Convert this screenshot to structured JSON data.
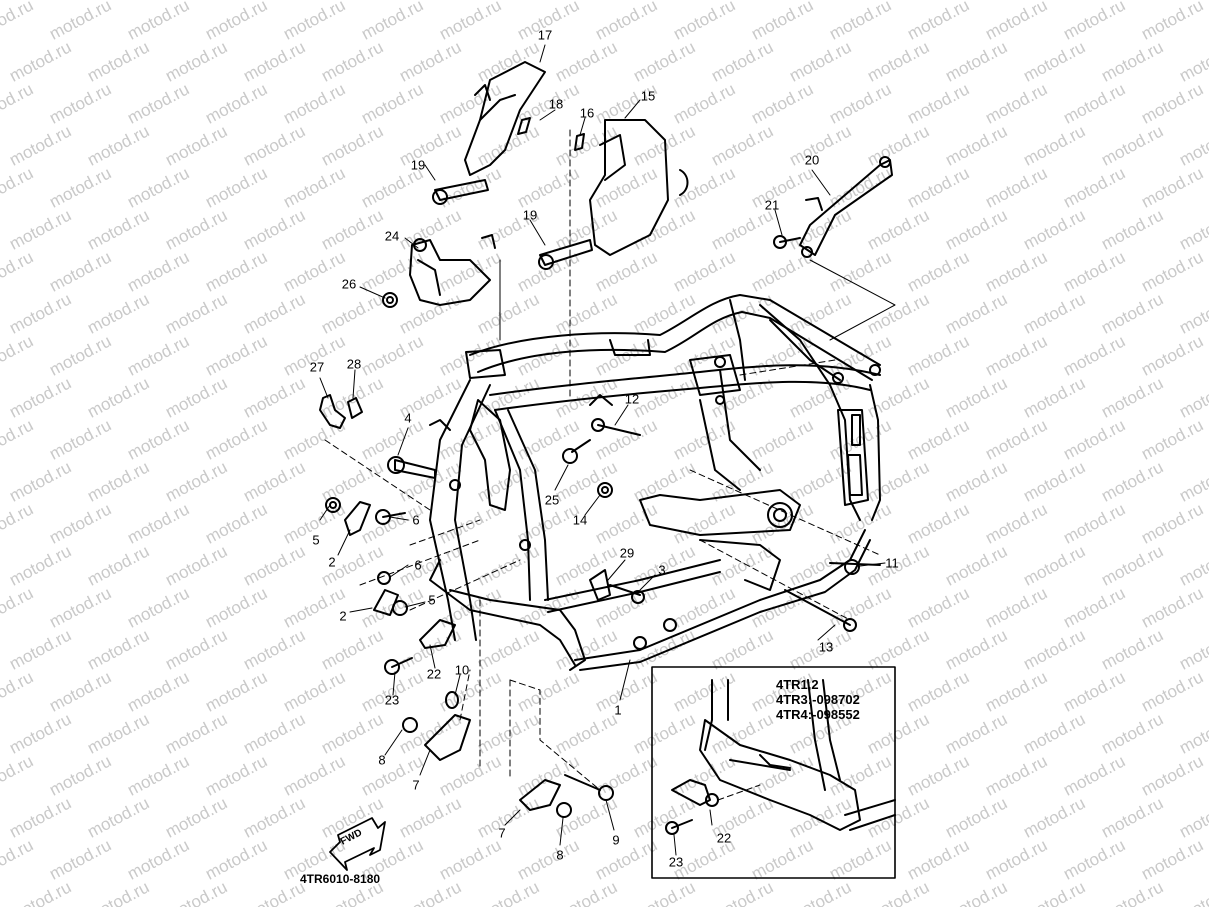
{
  "watermark_text": "motod.ru",
  "diagram_code": "4TR6010-8180",
  "fwd_label": "FWD",
  "inset": {
    "lines": [
      "4TR1,2",
      "4TR3:-098702",
      "4TR4:-098552"
    ],
    "callouts": [
      "22",
      "23"
    ]
  },
  "callouts": [
    {
      "id": "c1",
      "label": "1"
    },
    {
      "id": "c2a",
      "label": "2"
    },
    {
      "id": "c2b",
      "label": "2"
    },
    {
      "id": "c3",
      "label": "3"
    },
    {
      "id": "c4",
      "label": "4"
    },
    {
      "id": "c5a",
      "label": "5"
    },
    {
      "id": "c5b",
      "label": "5"
    },
    {
      "id": "c6a",
      "label": "6"
    },
    {
      "id": "c6b",
      "label": "6"
    },
    {
      "id": "c7a",
      "label": "7"
    },
    {
      "id": "c7b",
      "label": "7"
    },
    {
      "id": "c8a",
      "label": "8"
    },
    {
      "id": "c8b",
      "label": "8"
    },
    {
      "id": "c9",
      "label": "9"
    },
    {
      "id": "c10",
      "label": "10"
    },
    {
      "id": "c11",
      "label": "11"
    },
    {
      "id": "c12",
      "label": "12"
    },
    {
      "id": "c13",
      "label": "13"
    },
    {
      "id": "c14",
      "label": "14"
    },
    {
      "id": "c15",
      "label": "15"
    },
    {
      "id": "c16",
      "label": "16"
    },
    {
      "id": "c17",
      "label": "17"
    },
    {
      "id": "c18",
      "label": "18"
    },
    {
      "id": "c19a",
      "label": "19"
    },
    {
      "id": "c19b",
      "label": "19"
    },
    {
      "id": "c20",
      "label": "20"
    },
    {
      "id": "c21",
      "label": "21"
    },
    {
      "id": "c22",
      "label": "22"
    },
    {
      "id": "c23",
      "label": "23"
    },
    {
      "id": "c24",
      "label": "24"
    },
    {
      "id": "c25",
      "label": "25"
    },
    {
      "id": "c26",
      "label": "26"
    },
    {
      "id": "c27",
      "label": "27"
    },
    {
      "id": "c28",
      "label": "28"
    },
    {
      "id": "c29",
      "label": "29"
    }
  ]
}
